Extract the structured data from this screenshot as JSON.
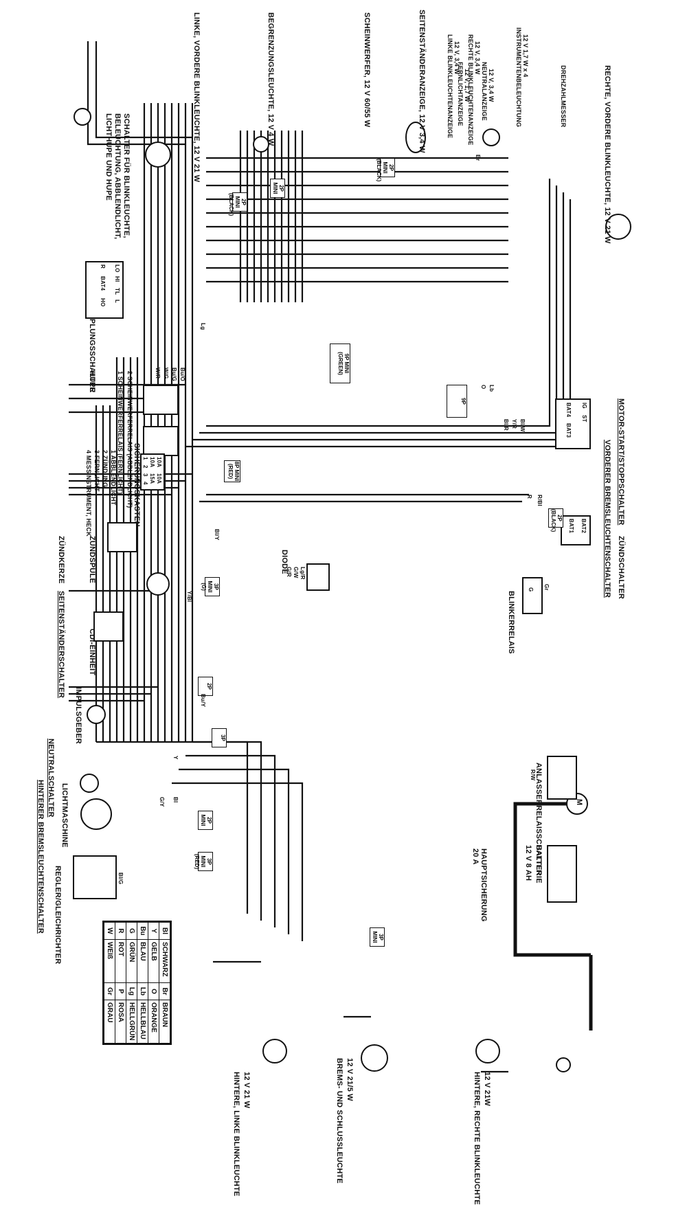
{
  "labels": {
    "left_front_turn": "LINKE, VORDERE BLINKLEUCHTE, 12 V 21 W",
    "position_lamp": "BEGRENZUNGSLEUCHTE, 12 V 4 W",
    "headlight": "SCHEINWERFER, 12 V 60/55 W",
    "sidestand_indicator": "SEITENSTÄNDERANZEIGE, 12 V 3,4 W",
    "left_turn_indicator": "LINKE BLINKLEUCHTENANZEIGE",
    "left_turn_indicator_spec": "12 V, 3,4 W",
    "right_turn_indicator": "RECHTE BLINKLEUCHTENANZEIGE",
    "right_turn_indicator_spec": "12 V, 3,4 W",
    "high_beam_indicator": "FERNLICHTANZEIGE",
    "high_beam_indicator_spec": "12 V, 1,7 W",
    "neutral_indicator": "NEUTRALANZEIGE",
    "neutral_indicator_spec": "12 V, 3,4 W",
    "instrument_light": "INSTRUMENTENBELEUCHTUNG",
    "instrument_light_spec": "12 V 1,7 W x 4",
    "tachometer": "DREHZAHLMESSER",
    "right_front_turn": "RECHTE, VORDERE BLINKLEUCHTE, 12 V 21 W",
    "handlebar_switch": "SCHALTER FÜR BLINKLEUCHTE, BELEUCHTUNG, ABBLENDLICHT, LICHTHUPE UND HUPE",
    "clutch_switch": "KUPPLUNGSSCHALTER",
    "horn": "HUPE",
    "headlight_relay_1": "1 SCHEINWERFERRELAIS (FERNLICHT)",
    "headlight_relay_2": "2 SCHEINWERFERRELAIS (ABBLENDLICHT)",
    "fuse_box": "SICHERUNGSKASTEN",
    "fuse_1": "1 ABBLENDLICHT",
    "fuse_2": "2 ZÜNDUNG",
    "fuse_3": "3 FERNLICHT",
    "fuse_4": "4 MESSINSTRUMENT, HECK",
    "ignition_coil": "ZÜNDSPULE",
    "spark_plug": "ZÜNDKERZE",
    "diode": "DIODE",
    "sidestand_switch": "SEITENSTÄNDERSCHALTER",
    "cdi_unit": "CDI-EINHEIT",
    "pulse_generator": "IMPULSGEBER",
    "neutral_switch": "NEUTRALSCHALTER",
    "alternator": "LICHTMASCHINE",
    "rear_brake_switch": "HINTERER BREMSLEUCHTENSCHALTER",
    "regulator": "REGLER/GLEICHRICHTER",
    "engine_stop_switch": "MOTOR-START/STOPPSCHALTER",
    "front_brake_switch": "VORDERER BREMSLEUCHTENSCHALTER",
    "ignition_switch": "ZÜNDSCHALTER",
    "turn_relay": "BLINKERRELAIS",
    "starter_relay": "ANLASSERRELAISSCHALTER",
    "main_fuse": "HAUPTSICHERUNG",
    "main_fuse_spec": "20 A",
    "battery": "BATTERIE",
    "battery_spec": "12 V 8 AH",
    "rear_left_turn": "HINTERE, LINKE BLINKLEUCHTE",
    "rear_left_turn_spec": "12 V 21 W",
    "brake_tail": "BREMS- UND SCHLUSSLEUCHTE",
    "brake_tail_spec": "12 V 21/5 W",
    "rear_right_turn": "HINTERE, RECHTE BLINKLEUCHTE",
    "rear_right_turn_spec": "12 V 21W",
    "motor_symbol": "M"
  },
  "switch_terminals": {
    "engine_stop": [
      "IG",
      "ST",
      "BAT4",
      "BAT3"
    ],
    "ignition": [
      "BAT2",
      "BAT1"
    ],
    "handlebar": [
      "W/G",
      "Bu/G",
      "Bu/O",
      "W/R",
      "W/R",
      "O",
      "Lg",
      "Bl",
      "Lb",
      "B/W",
      "Bl"
    ],
    "handlebar_terminals": [
      "LO",
      "HI",
      "TL",
      "L",
      "R",
      "BAT4",
      "HO"
    ]
  },
  "fuses": [
    "10A",
    "10A",
    "10A",
    "15A"
  ],
  "fuse_numbers": [
    "1",
    "2",
    "3",
    "4"
  ],
  "connectors": {
    "black_2p": "2P MINI (BLACK)",
    "p2_mini": "2P MINI",
    "p3_mini": "3P MINI",
    "p9_green": "9P MINI (GREEN)",
    "p9_mini": "9P",
    "p8_mini_red": "8P MINI (RED)",
    "p3_mini_g": "3P MINI (G)",
    "p2_black": "2P (BLACK)",
    "p3_mini_red": "3P MINI (RED)",
    "p2_mini_black": "2P MINI (BLACK)",
    "mini_2p": "2P MINI",
    "p3p": "3P",
    "p2p": "2P"
  },
  "wire_labels": {
    "lg_r": "Lg/R",
    "g_w": "G/W",
    "g_r": "G/R",
    "bl_y": "Bl/Y",
    "y_bl": "Y/Bl",
    "bu_y": "Bu/Y",
    "y": "Y",
    "bl": "Bl",
    "g": "G",
    "g_y": "G/Y",
    "r_bl": "R/Bl",
    "r": "R",
    "bl_w": "Bl/W",
    "y_r": "Y/R",
    "bl_r": "Bl/R",
    "bu_o": "Bu/O",
    "bu_g": "Bu/G",
    "w_g": "W/G",
    "w_r": "W/R",
    "lb": "Lb",
    "o": "O",
    "br": "Br",
    "gr": "Gr",
    "lg": "Lg",
    "r_w": "R/W",
    "bl_g": "Bl/G"
  },
  "legend": [
    {
      "c1": "Bl",
      "n1": "SCHWARZ",
      "c2": "Br",
      "n2": "BRAUN"
    },
    {
      "c1": "Y",
      "n1": "GELB",
      "c2": "O",
      "n2": "ORANGE"
    },
    {
      "c1": "Bu",
      "n1": "BLAU",
      "c2": "Lb",
      "n2": "HELLBLAU"
    },
    {
      "c1": "G",
      "n1": "GRÜN",
      "c2": "Lg",
      "n2": "HELLGRÜN"
    },
    {
      "c1": "R",
      "n1": "ROT",
      "c2": "P",
      "n2": "ROSA"
    },
    {
      "c1": "W",
      "n1": "WEIß",
      "c2": "Gr",
      "n2": "GRAU"
    }
  ],
  "colors": {
    "ink": "#111111",
    "paper": "#ffffff"
  }
}
